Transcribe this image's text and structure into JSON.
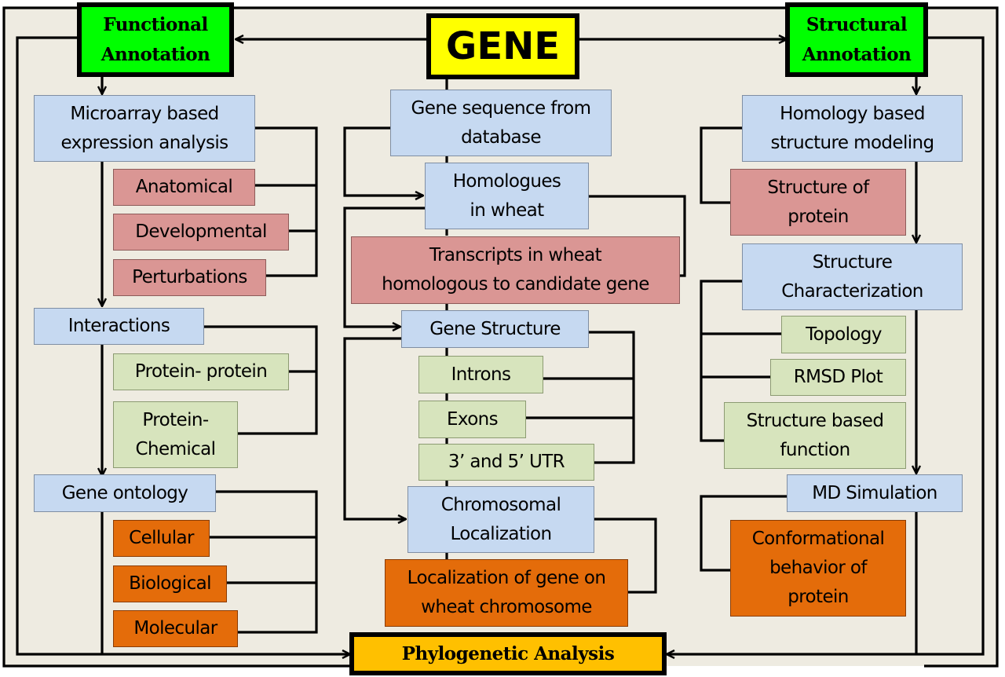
{
  "diagram": {
    "title": "GENE",
    "functional": {
      "header": [
        "Functional",
        "Annotation"
      ],
      "microarray": [
        "Microarray  based",
        "expression analysis"
      ],
      "microarray_children": [
        "Anatomical",
        "Developmental",
        "Perturbations"
      ],
      "interactions": "Interactions",
      "interactions_children": {
        "protein_protein": "Protein- protein",
        "protein_chemical": [
          "Protein-",
          "Chemical"
        ]
      },
      "gene_ontology": "Gene ontology",
      "gene_ontology_children": [
        "Cellular",
        "Biological",
        "Molecular"
      ]
    },
    "center": {
      "gene_sequence": [
        "Gene sequence from",
        "database"
      ],
      "homologues": [
        "Homologues",
        "in wheat"
      ],
      "transcripts": [
        "Transcripts in wheat",
        "homologous to candidate gene"
      ],
      "gene_structure": "Gene Structure",
      "gene_structure_children": [
        "Introns",
        "Exons",
        "3’ and 5’ UTR"
      ],
      "chromosomal": [
        "Chromosomal",
        "Localization"
      ],
      "localization": [
        "Localization of gene on",
        "wheat chromosome"
      ]
    },
    "structural": {
      "header": [
        "Structural",
        "Annotation"
      ],
      "homology": [
        "Homology based",
        "structure modeling"
      ],
      "structure_of_protein": [
        "Structure of",
        "protein"
      ],
      "characterization": [
        "Structure",
        "Characterization"
      ],
      "characterization_children": {
        "topology": "Topology",
        "rmsd": "RMSD Plot",
        "structure_function": [
          "Structure based",
          "function"
        ]
      },
      "md_simulation": "MD Simulation",
      "conformational": [
        "Conformational",
        "behavior of",
        "protein"
      ]
    },
    "footer": "Phylogenetic Analysis",
    "colors": {
      "background": "#eeebe1",
      "header_green": "#00ff00",
      "gene_yellow": "#ffff00",
      "phylo_gold": "#ffc000",
      "process_blue": "#c6d9f1",
      "category_pink": "#da9694",
      "category_green": "#d7e4bd",
      "category_orange": "#e46c0a"
    }
  }
}
